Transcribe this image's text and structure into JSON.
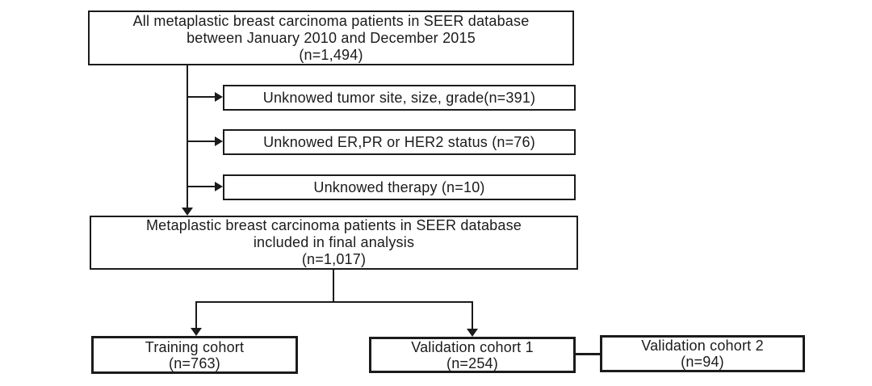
{
  "figure": {
    "type": "flowchart",
    "background_color": "#ffffff",
    "line_color": "#1b1b1b",
    "text_color": "#1b1b1b"
  },
  "nodes": {
    "source": {
      "lines": [
        "All metaplastic breast carcinoma patients in SEER database",
        "between January 2010 and December 2015",
        "(n=1,494)"
      ]
    },
    "exclusions": [
      {
        "label": "Unknowed tumor site, size, grade(n=391)"
      },
      {
        "label": "Unknowed ER,PR or HER2 status (n=76)"
      },
      {
        "label": "Unknowed therapy (n=10)"
      }
    ],
    "final": {
      "lines": [
        "Metaplastic breast carcinoma patients in SEER database",
        "included in final analysis",
        "(n=1,017)"
      ]
    },
    "cohorts": [
      {
        "label": "Training cohort",
        "count": "(n=763)"
      },
      {
        "label": "Validation cohort 1",
        "count": "(n=254)"
      },
      {
        "label": "Validation cohort 2",
        "count": "(n=94)"
      }
    ]
  }
}
